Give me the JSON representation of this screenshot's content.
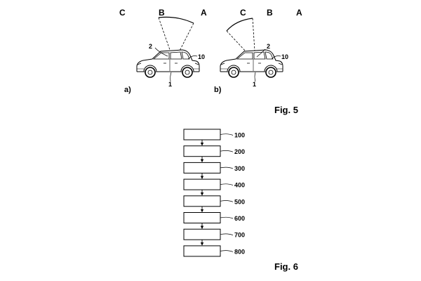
{
  "fig5": {
    "caption": "Fig. 5",
    "zone_labels": [
      "C",
      "B",
      "A"
    ],
    "panels": [
      {
        "sublabel": "a)",
        "part_labels": [
          {
            "id": "sensor",
            "text": "2"
          },
          {
            "id": "vehicle",
            "text": "10"
          },
          {
            "id": "body",
            "text": "1"
          }
        ]
      },
      {
        "sublabel": "b)",
        "part_labels": [
          {
            "id": "sensor",
            "text": "2"
          },
          {
            "id": "vehicle",
            "text": "10"
          },
          {
            "id": "body",
            "text": "1"
          }
        ]
      }
    ]
  },
  "fig6": {
    "caption": "Fig. 6",
    "steps": [
      "100",
      "200",
      "300",
      "400",
      "500",
      "600",
      "700",
      "800"
    ]
  }
}
